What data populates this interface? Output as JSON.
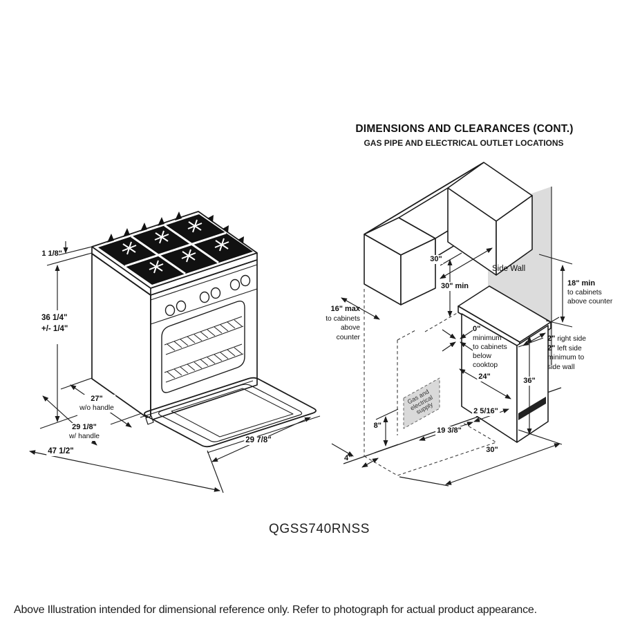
{
  "header": {
    "title": "DIMENSIONS AND CLEARANCES (CONT.)",
    "subtitle": "GAS PIPE AND ELECTRICAL OUTLET LOCATIONS"
  },
  "model": "QGSS740RNSS",
  "footer": {
    "note": "Above Illustration intended for dimensional reference only. Refer to photograph for actual product appearance."
  },
  "left_diagram": {
    "dims": {
      "lip": "1 1/8\"",
      "height": "36 1/4\"\n+/- 1/4\"",
      "depth_n": "27\"",
      "depth_t": "\nw/o handle",
      "depth2_n": "29 1/8\"",
      "depth2_t": "\nw/ handle",
      "total_depth": "47 1/2\"",
      "door_width": "29 7/8\""
    }
  },
  "right_diagram": {
    "labels": {
      "side_wall": "Side Wall",
      "gas_supply": "Gas and\nelectrical\nsupply"
    },
    "dims": {
      "cab_gap": "30\"",
      "above_cooktop": "30\" min",
      "right_h_n": "18\" min",
      "right_h_t": "\nto cabinets\nabove counter",
      "left_d_n": "16\" max",
      "left_d_t": "\nto cabinets\nabove\ncounter",
      "zero_n": "0\"",
      "zero_t": "\nminimum\nto cabinets\nbelow\ncooktop",
      "counter_depth": "24\"",
      "counter_height": "36\"",
      "side_n1": "2\"",
      "side_t1": " right side\n",
      "side_n2": "2\"",
      "side_t2": " left side\nminimum to\nside wall",
      "gas_height": "8\"",
      "wall_offset": "4\"",
      "gas_dist": "19 3/8\"",
      "gas_dist2": "2 5/16\"",
      "floor_width": "30\""
    }
  }
}
